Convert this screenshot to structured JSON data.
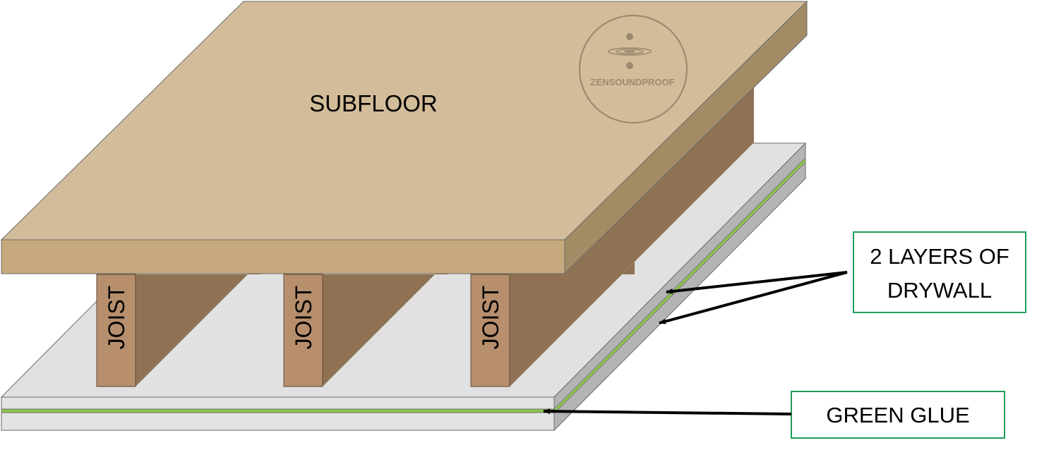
{
  "diagram": {
    "labels": {
      "subfloor": "SUBFLOOR",
      "joist_1": "JOIST",
      "joist_2": "JOIST",
      "joist_3": "JOIST",
      "drywall_line_1": "2 LAYERS OF",
      "drywall_line_2": "DRYWALL",
      "green_glue": "GREEN GLUE"
    },
    "logo": {
      "text": "ZENSOUNDPROOF"
    },
    "colors": {
      "subfloor_top": "#d3bc99",
      "subfloor_front": "#c6aa7d",
      "subfloor_side": "#a38b66",
      "joist_front": "#b78f6d",
      "joist_side": "#8f7254",
      "drywall_top": "#e1e1e1",
      "drywall_front": "#e3e3e3",
      "drywall_side": "#b4b4b4",
      "green_glue": "#8ec74f",
      "callout_border": "#1f9d58",
      "outline": "#6a6a6a"
    }
  }
}
